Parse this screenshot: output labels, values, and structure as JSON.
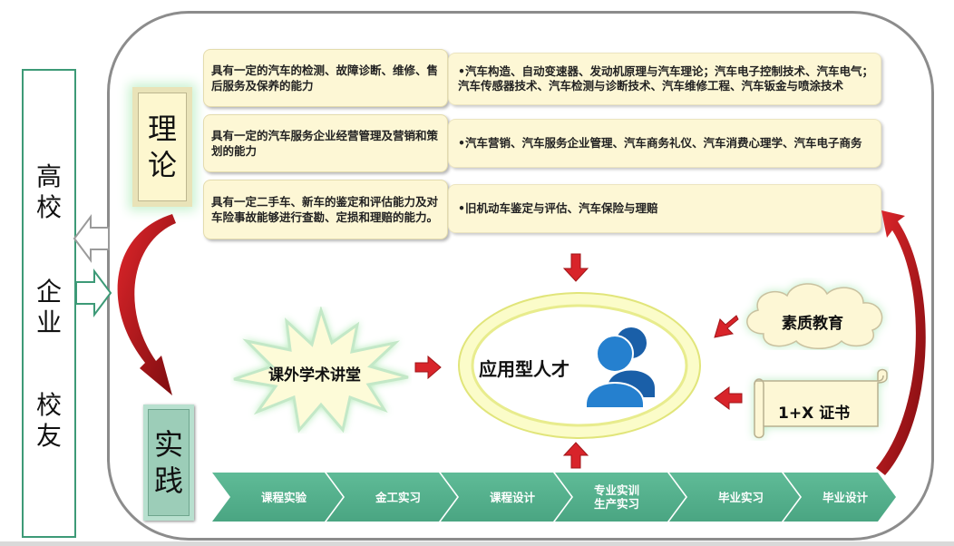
{
  "side_label": [
    "高",
    "校",
    "企",
    "业",
    "校",
    "友"
  ],
  "theory_block": [
    "理",
    "论"
  ],
  "practice_block": [
    "实",
    "践"
  ],
  "abilities": [
    "具有一定的汽车的检测、故障诊断、维修、售后服务及保养的能力",
    "具有一定的汽车服务企业经营管理及营销和策划的能力",
    "具有一定二手车、新车的鉴定和评估能力及对车险事故能够进行查勘、定损和理赔的能力。"
  ],
  "courses": [
    "•汽车构造、自动变速器、发动机原理与汽车理论；汽车电子控制技术、汽车电气；汽车传感器技术、汽车检测与诊断技术、汽车维修工程、汽车钣金与喷涂技术",
    "•汽车营销、汽车服务企业管理、汽车商务礼仪、汽车消费心理学、汽车电子商务",
    "•旧机动车鉴定与评估、汽车保险与理赔"
  ],
  "center_label": "应用型人才",
  "quality_education": "素质教育",
  "certificate": "1+X  证书",
  "lecture": "课外学术讲堂",
  "practice_steps": [
    {
      "label": "课程实验"
    },
    {
      "label": "金工实习"
    },
    {
      "label": "课程设计"
    },
    {
      "label": "专业实训生产实习"
    },
    {
      "label": "毕业实习"
    },
    {
      "label": "毕业设计"
    }
  ],
  "colors": {
    "green": "#5bb391",
    "dark_green": "#3d9a77",
    "red": "#c0171c",
    "dark_red": "#8a0f12",
    "cream": "#fdf7d5",
    "blue": "#1f78c8"
  }
}
